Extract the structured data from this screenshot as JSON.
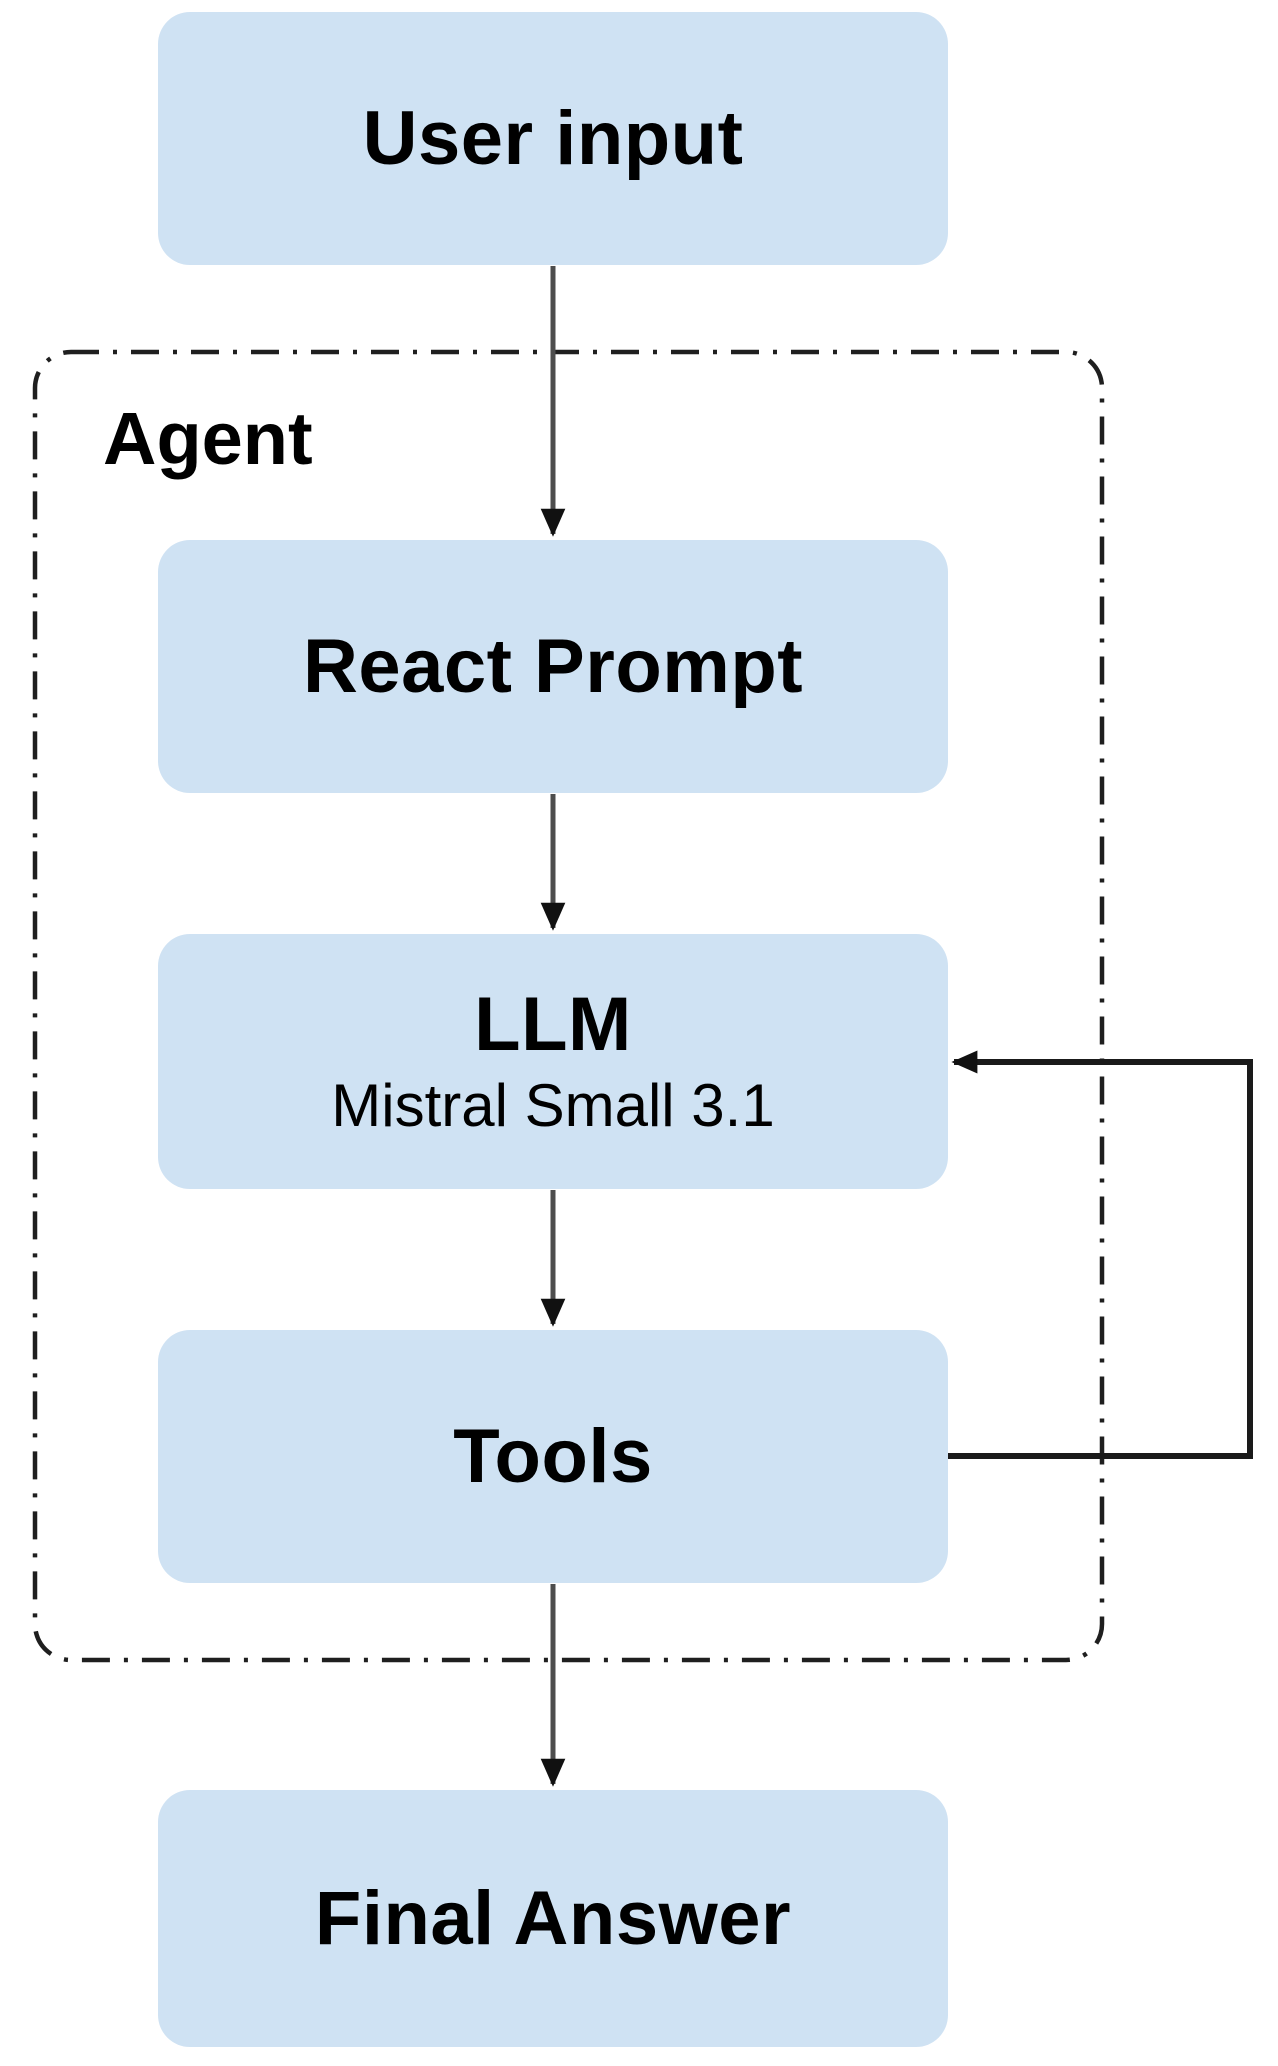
{
  "diagram": {
    "container": {
      "label": "Agent"
    },
    "nodes": {
      "user_input": {
        "label": "User input"
      },
      "react_prompt": {
        "label": "React Prompt"
      },
      "llm": {
        "label": "LLM",
        "sublabel": "Mistral Small 3.1"
      },
      "tools": {
        "label": "Tools"
      },
      "final_answer": {
        "label": "Final Answer"
      }
    },
    "edges": [
      {
        "from": "user_input",
        "to": "react_prompt",
        "style": "arrow-down"
      },
      {
        "from": "react_prompt",
        "to": "llm",
        "style": "arrow-down"
      },
      {
        "from": "llm",
        "to": "tools",
        "style": "arrow-down"
      },
      {
        "from": "tools",
        "to": "final_answer",
        "style": "arrow-down"
      },
      {
        "from": "tools",
        "to": "llm",
        "style": "feedback-loop-right"
      }
    ],
    "colors": {
      "node_fill": "#cfe2f3",
      "text": "#000000",
      "arrow_line": "#4d4d4d",
      "arrowhead": "#111111",
      "loop_line": "#1a1a1a",
      "dashed_border": "#1f1f1f",
      "background": "#ffffff"
    }
  }
}
